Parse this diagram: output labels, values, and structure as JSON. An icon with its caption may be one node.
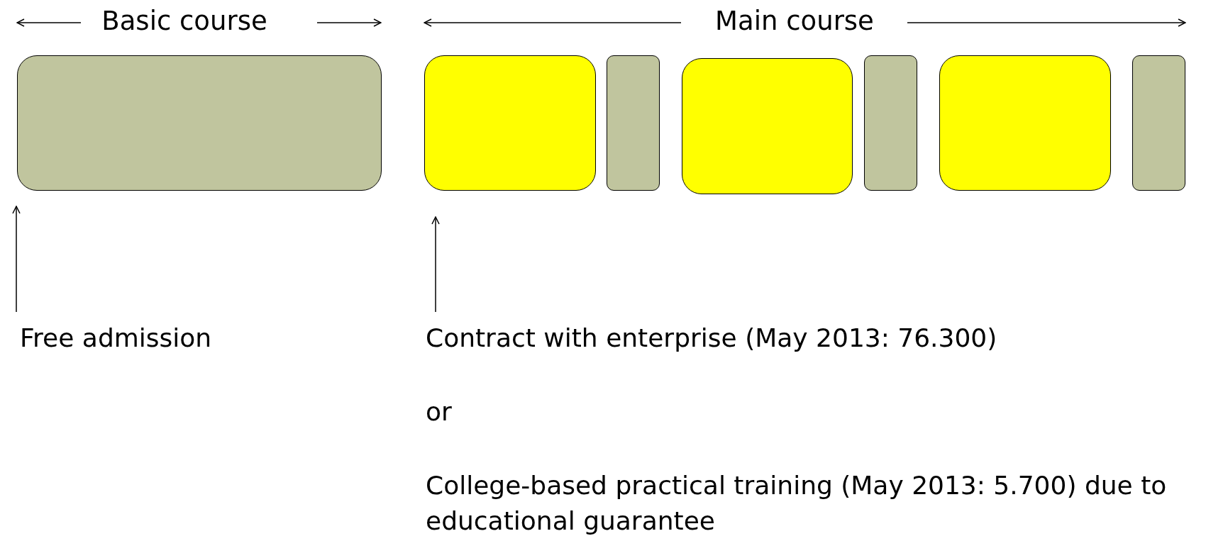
{
  "diagram": {
    "nodes": [
      {
        "text": [],
        "shape": "box"
      },
      {
        "text": [],
        "shape": "box"
      },
      {
        "text": [],
        "shape": "box"
      },
      {
        "text": [],
        "shape": "box"
      },
      {
        "text": [],
        "shape": "box"
      },
      {
        "text": [],
        "shape": "box"
      },
      {
        "text": [],
        "shape": "box"
      },
      {
        "text": [
          "Free admission"
        ]
      },
      {
        "text": [
          "Contract with enterprise (May 2013: 76.300)",
          "or",
          "College-based practical training (May 2013: 5.700) due to educational guarantee"
        ]
      }
    ],
    "edges": [
      {
        "from": 7,
        "to": 0,
        "arrow": "to"
      },
      {
        "from": 8,
        "to": 1,
        "arrow": "to"
      }
    ],
    "labels": [
      "Basic course",
      "Main course"
    ]
  }
}
